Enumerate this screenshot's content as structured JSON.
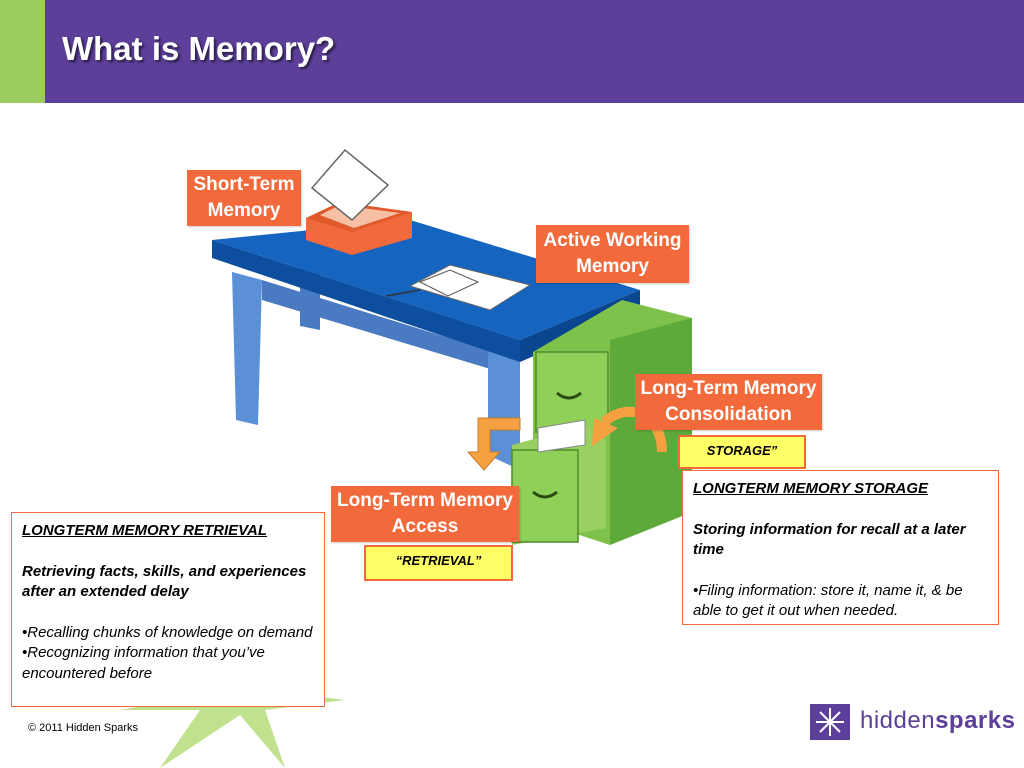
{
  "title": "What is Memory?",
  "labels": {
    "short_term": "Short-Term Memory",
    "active_working": "Active Working Memory",
    "consolidation": "Long-Term Memory Consolidation",
    "access": "Long-Term Memory Access"
  },
  "tags": {
    "storage": "STORAGE”",
    "retrieval": "“RETRIEVAL”"
  },
  "retrieval_box": {
    "heading": "LONGTERM MEMORY RETRIEVAL",
    "subheading": "Retrieving facts, skills, and experiences after an extended delay",
    "bullets": [
      "•Recalling chunks of knowledge on demand",
      "•Recognizing information that you’ve encountered before"
    ]
  },
  "storage_box": {
    "heading": "LONGTERM MEMORY STORAGE",
    "subheading": "Storing information for recall at a later time",
    "bullets": [
      "•Filing information: store it, name it, & be able to get it out when needed."
    ]
  },
  "footer": "© 2011 Hidden Sparks",
  "logo": {
    "part1": "hidden",
    "part2": "sparks"
  },
  "colors": {
    "header": "#5b3f98",
    "accent": "#9dcc5e",
    "label": "#f26a3b",
    "tag": "#ffff66",
    "desk_top": "#1565c0",
    "desk_legs": "#5b8fd6",
    "cabinet": "#7ec24b",
    "arrow": "#f5a142"
  },
  "icons": [
    "curved-arrow-icon",
    "down-arrow-icon",
    "star-icon"
  ]
}
